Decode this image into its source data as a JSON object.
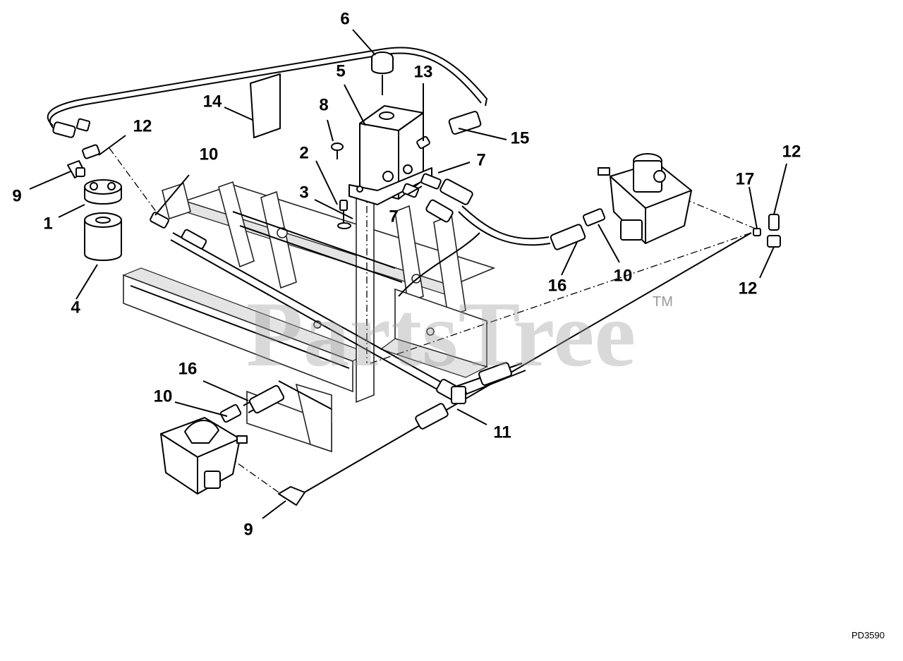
{
  "callouts": [
    {
      "label": "1",
      "part": "filter-head"
    },
    {
      "label": "2",
      "part": "bolt"
    },
    {
      "label": "3",
      "part": "washer"
    },
    {
      "label": "4",
      "part": "filter-element"
    },
    {
      "label": "5",
      "part": "reservoir"
    },
    {
      "label": "6",
      "part": "reservoir-cap"
    },
    {
      "label": "7",
      "part": "fitting"
    },
    {
      "label": "7",
      "part": "fitting"
    },
    {
      "label": "8",
      "part": "screw"
    },
    {
      "label": "9",
      "part": "elbow-fitting"
    },
    {
      "label": "9",
      "part": "elbow-fitting"
    },
    {
      "label": "10",
      "part": "hose-fitting"
    },
    {
      "label": "10",
      "part": "hose-fitting"
    },
    {
      "label": "10",
      "part": "hose-fitting"
    },
    {
      "label": "11",
      "part": "hydraulic-tube"
    },
    {
      "label": "12",
      "part": "fitting"
    },
    {
      "label": "12",
      "part": "fitting"
    },
    {
      "label": "12",
      "part": "fitting"
    },
    {
      "label": "13",
      "part": "vent-fitting"
    },
    {
      "label": "14",
      "part": "decal"
    },
    {
      "label": "15",
      "part": "hose"
    },
    {
      "label": "16",
      "part": "hose"
    },
    {
      "label": "16",
      "part": "hose"
    },
    {
      "label": "17",
      "part": "plug"
    }
  ],
  "watermark": {
    "text": "PartsTree",
    "trademark": "TM"
  },
  "drawing_number": "PD3590"
}
